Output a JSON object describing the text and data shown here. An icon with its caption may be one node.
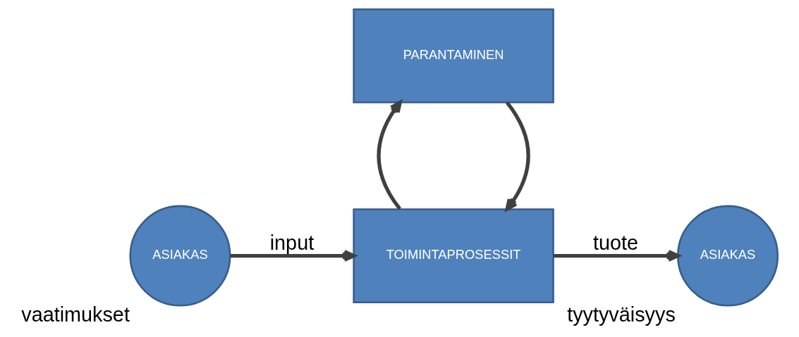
{
  "diagram": {
    "nodes": [
      {
        "text": [
          "ASIAKAS"
        ],
        "beside": [
          "vaatimukset"
        ]
      },
      {
        "text": [
          "TOIMINTAPROSESSIT"
        ]
      },
      {
        "text": [
          "ASIAKAS"
        ],
        "beside": [
          "tyytyväisyys"
        ]
      },
      {
        "text": [
          "PARANTAMINEN"
        ]
      }
    ],
    "edges": [
      {
        "from": 0,
        "to": 1,
        "arrow": "to",
        "label": "input"
      },
      {
        "from": 1,
        "to": 2,
        "arrow": "to",
        "label": "tuote"
      },
      {
        "from": 3,
        "to": 1,
        "arrow": "to"
      },
      {
        "from": 1,
        "to": 3,
        "arrow": "to"
      }
    ]
  }
}
